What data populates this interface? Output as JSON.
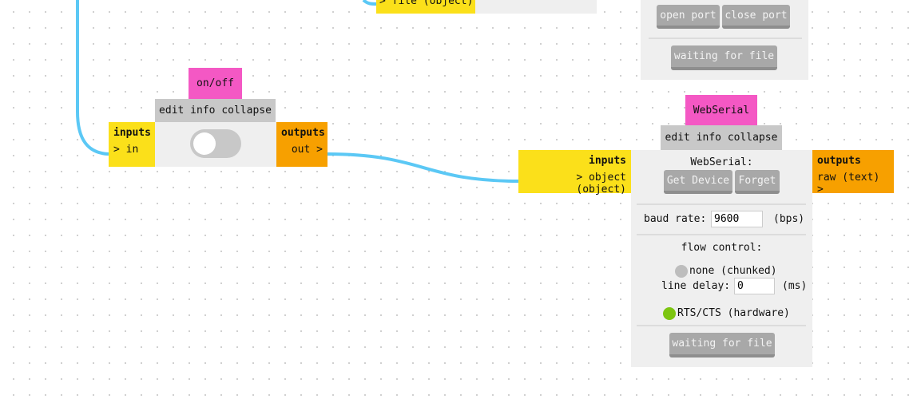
{
  "colors": {
    "wire": "#5bc8f5",
    "title": "#f458c4",
    "inputs": "#fbe01a",
    "outputs": "#f7a000",
    "active_radio": "#7cc510",
    "inactive_radio": "#bdbdbd"
  },
  "top_node": {
    "input_port": "> file (object)"
  },
  "serial_node_top": {
    "open_port": "open port",
    "close_port": "close port",
    "status": "waiting for file"
  },
  "onoff": {
    "title": "on/off",
    "toolbar": "edit info collapse",
    "inputs_label": "inputs",
    "input_port": "> in",
    "outputs_label": "outputs",
    "output_port": "out >",
    "toggle_on": false
  },
  "webserial": {
    "title": "WebSerial",
    "toolbar": "edit info collapse",
    "inputs_label": "inputs",
    "input_port": "> object (object)",
    "outputs_label": "outputs",
    "output_port": "raw (text) >",
    "heading": "WebSerial:",
    "get_device": "Get Device",
    "forget": "Forget",
    "baud_label": "baud rate:",
    "baud_value": "9600",
    "baud_unit": "(bps)",
    "flow_label": "flow control:",
    "option_none": "none (chunked)",
    "line_delay_label": "line delay:",
    "line_delay_value": "0",
    "line_delay_unit": "(ms)",
    "option_rtscts": "RTS/CTS (hardware)",
    "selected_flow": "RTS/CTS (hardware)",
    "status": "waiting for file"
  }
}
